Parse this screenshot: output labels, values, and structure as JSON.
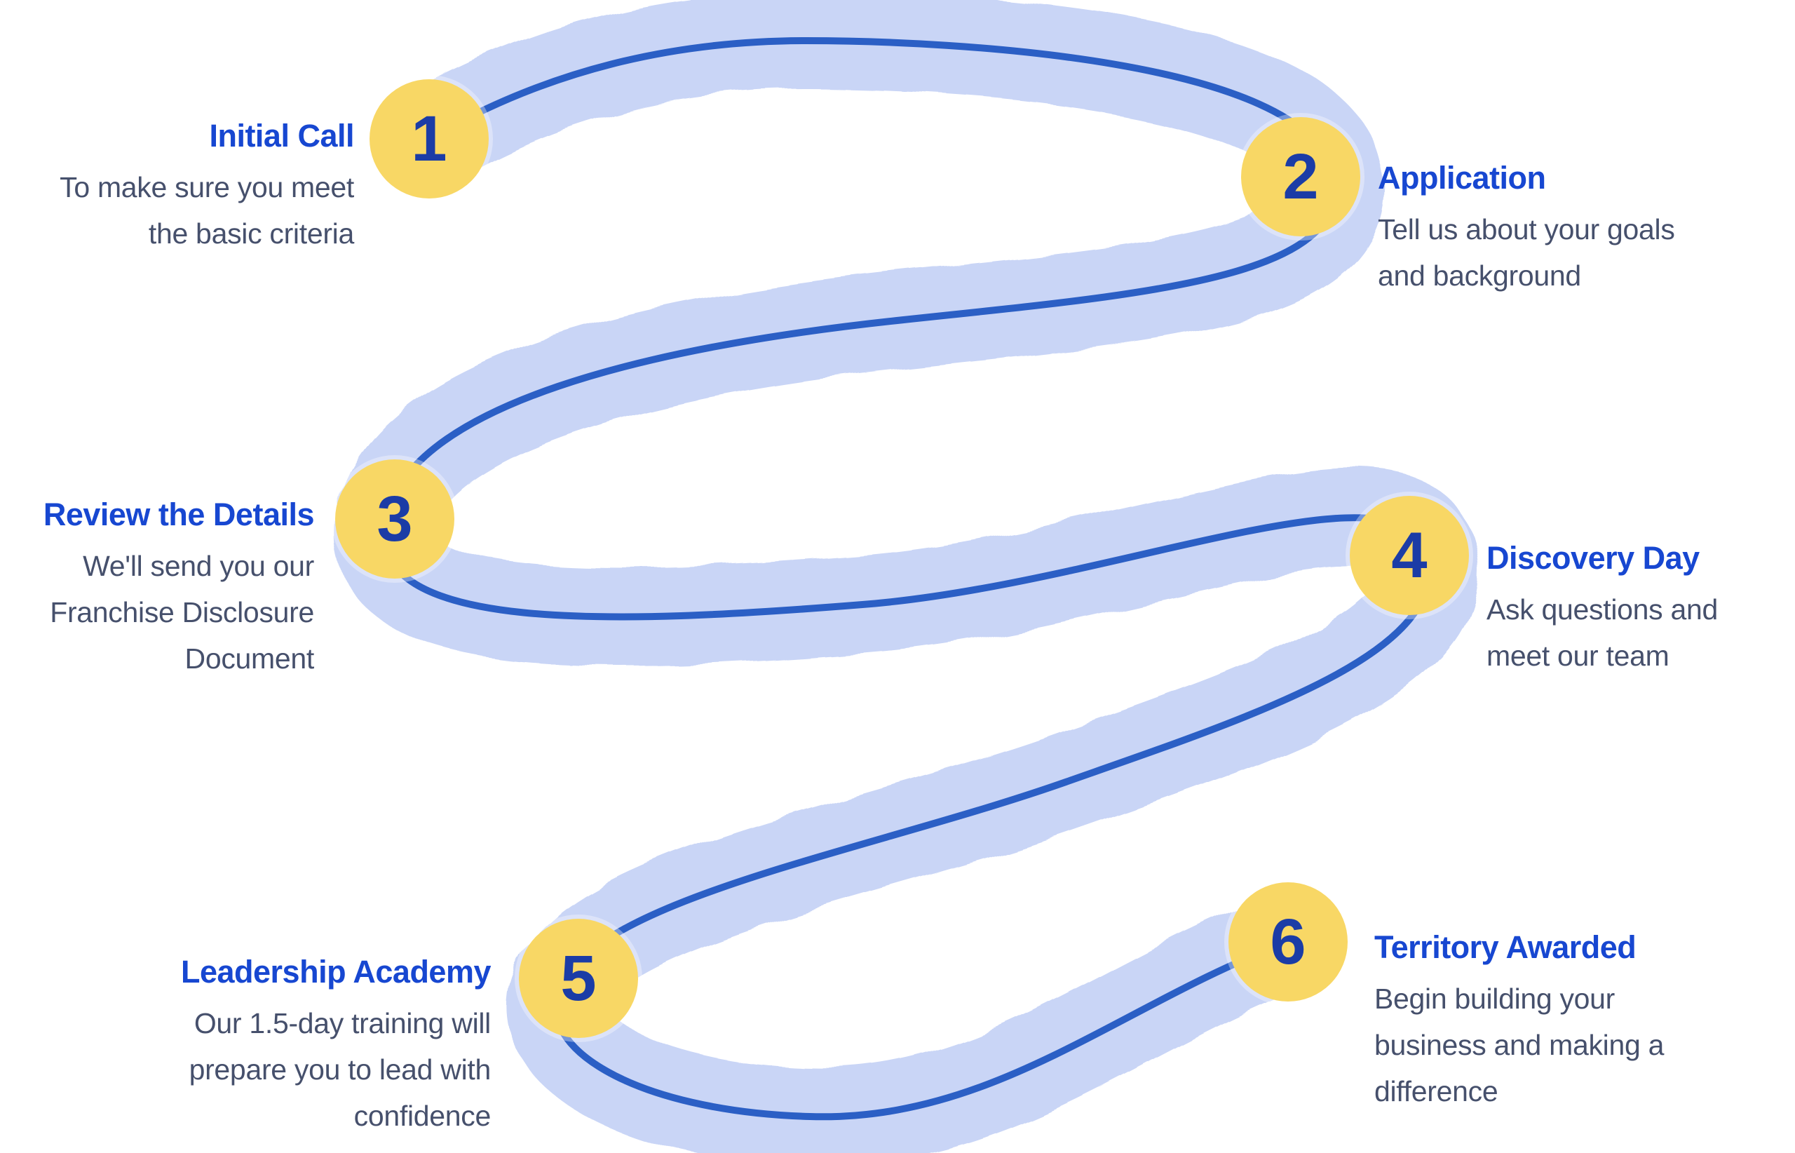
{
  "colors": {
    "ribbon": "#c7d4f6",
    "centerline": "#2b5fc5",
    "circle_yellow": "#f8d765",
    "number_blue": "#1b3ca6",
    "heading_blue": "#1747d1",
    "body_slate": "#46506c",
    "background": "#ffffff"
  },
  "steps": [
    {
      "number": "1",
      "title": "Initial Call",
      "lines": [
        "To make sure you meet",
        "the basic criteria"
      ]
    },
    {
      "number": "2",
      "title": "Application",
      "lines": [
        "Tell us about your goals",
        "and background"
      ]
    },
    {
      "number": "3",
      "title": "Review the Details",
      "lines": [
        "We'll send you our",
        "Franchise Disclosure",
        "Document"
      ]
    },
    {
      "number": "4",
      "title": "Discovery Day",
      "lines": [
        "Ask questions and",
        "meet our team"
      ]
    },
    {
      "number": "5",
      "title": "Leadership Academy",
      "lines": [
        "Our 1.5-day training will",
        "prepare you to lead with",
        "confidence"
      ]
    },
    {
      "number": "6",
      "title": "Territory Awarded",
      "lines": [
        "Begin building your",
        "business and making a",
        "difference"
      ]
    }
  ]
}
